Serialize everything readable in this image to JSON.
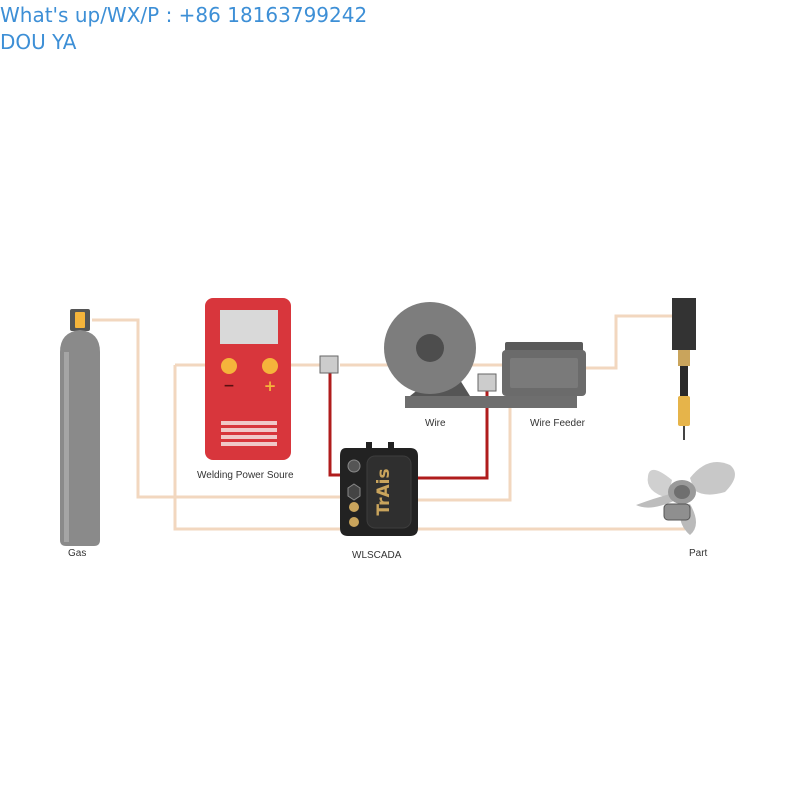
{
  "watermark": {
    "line1": "What's up/WX/P : +86 18163799242",
    "line2": "DOU YA"
  },
  "labels": {
    "gas": "Gas",
    "power_source": "Welding Power Soure",
    "wire": "Wire",
    "wire_feeder": "Wire Feeder",
    "wlscada": "WLSCADA",
    "part": "Part"
  },
  "power_source": {
    "minus_sign": "−",
    "plus_sign": "+"
  },
  "device_logo": "TrAis",
  "colors": {
    "gas_hose": "#f2d7bf",
    "power_cable": "#b01c1c",
    "power_source_body": "#d8363c",
    "terminal": "#f5b43b",
    "cylinder": "#8a8a8a",
    "device_body": "#222222",
    "logo_gold": "#c9a45c"
  },
  "icons": [
    "gas-cylinder-icon",
    "welding-power-source-icon",
    "wire-spool-icon",
    "wire-feeder-icon",
    "welding-torch-icon",
    "fan-part-icon",
    "wlscada-device-icon"
  ]
}
